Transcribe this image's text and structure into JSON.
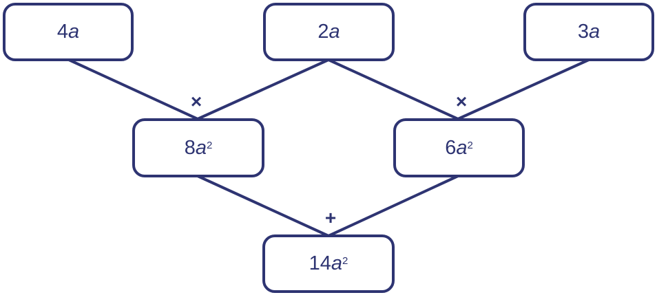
{
  "boxes": {
    "top_left": {
      "coef": "4",
      "var": "a",
      "exp": ""
    },
    "top_middle": {
      "coef": "2",
      "var": "a",
      "exp": ""
    },
    "top_right": {
      "coef": "3",
      "var": "a",
      "exp": ""
    },
    "middle_left": {
      "coef": "8",
      "var": "a",
      "exp": "2"
    },
    "middle_right": {
      "coef": "6",
      "var": "a",
      "exp": "2"
    },
    "bottom": {
      "coef": "14",
      "var": "a",
      "exp": "2"
    }
  },
  "operators": {
    "left_multiply": "×",
    "right_multiply": "×",
    "sum": "+"
  },
  "colors": {
    "stroke": "#2e3472"
  }
}
